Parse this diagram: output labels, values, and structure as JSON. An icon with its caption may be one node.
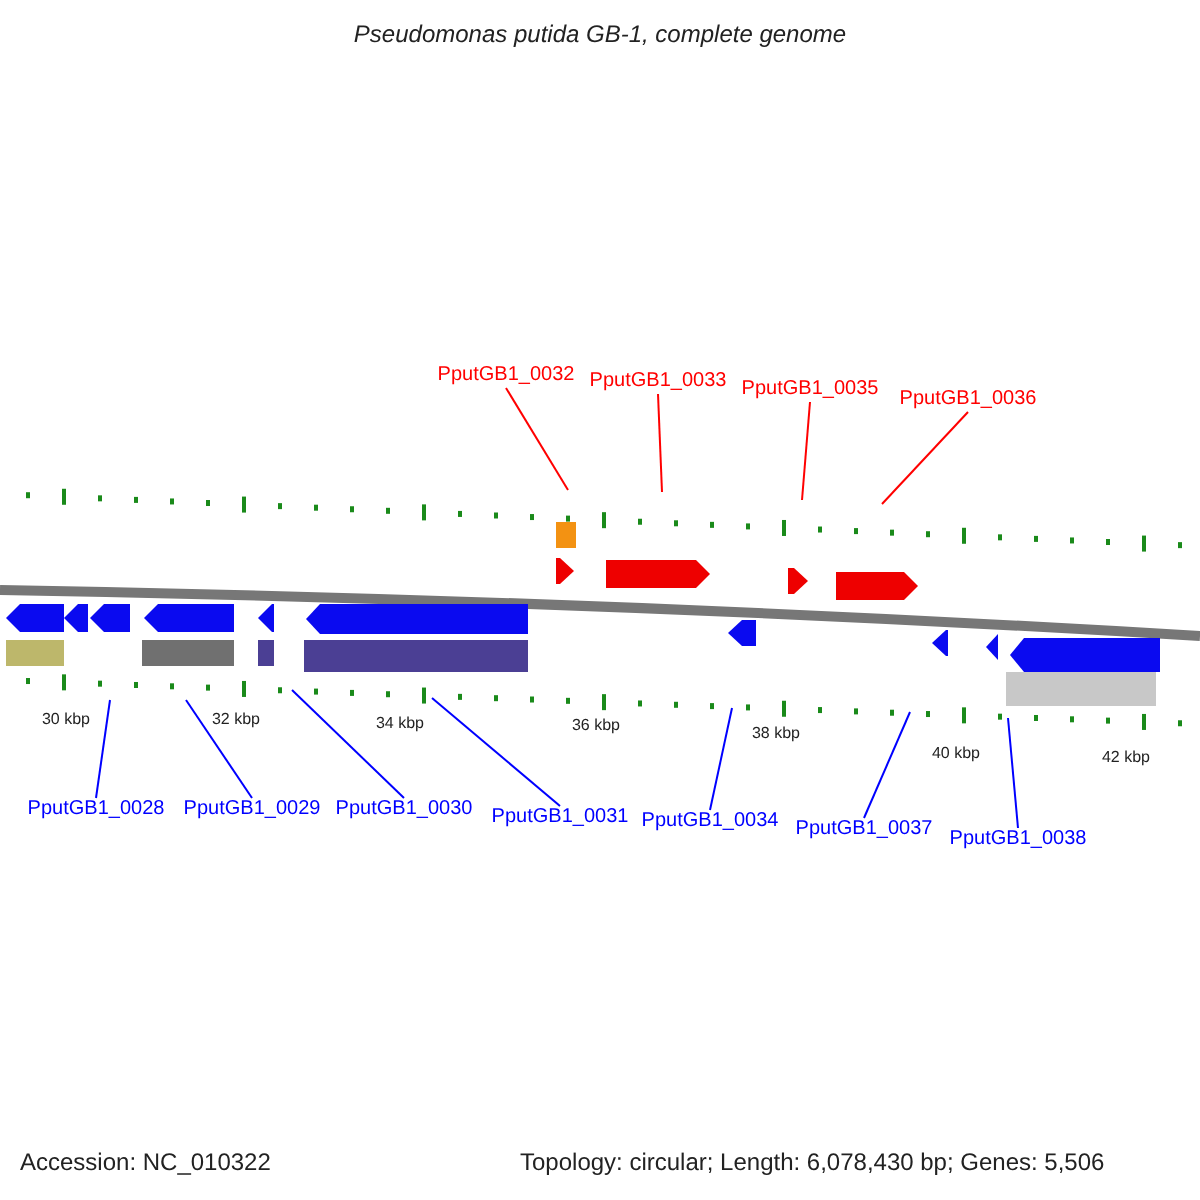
{
  "diagram": {
    "title": "Pseudomonas putida GB-1, complete genome",
    "nodes": [
      {
        "text": [
          "PputGB1_0032"
        ]
      },
      {
        "text": [
          "PputGB1_0033"
        ]
      },
      {
        "text": [
          "PputGB1_0035"
        ]
      },
      {
        "text": [
          "PputGB1_0036"
        ]
      },
      {
        "text": [
          "PputGB1_0028"
        ]
      },
      {
        "text": [
          "PputGB1_0029"
        ]
      },
      {
        "text": [
          "PputGB1_0030"
        ]
      },
      {
        "text": [
          "PputGB1_0031"
        ]
      },
      {
        "text": [
          "PputGB1_0034"
        ]
      },
      {
        "text": [
          "PputGB1_0037"
        ]
      },
      {
        "text": [
          "PputGB1_0038"
        ]
      }
    ],
    "edges": [
      {
        "from": 0,
        "to": null,
        "arrow": "none",
        "color": "#ff0000"
      },
      {
        "from": 1,
        "to": null,
        "arrow": "none",
        "color": "#ff0000"
      },
      {
        "from": 2,
        "to": null,
        "arrow": "none",
        "color": "#ff0000"
      },
      {
        "from": 3,
        "to": null,
        "arrow": "none",
        "color": "#ff0000"
      },
      {
        "from": 4,
        "to": null,
        "arrow": "none"
      },
      {
        "from": 5,
        "to": null,
        "arrow": "none"
      },
      {
        "from": 6,
        "to": null,
        "arrow": "none"
      },
      {
        "from": 7,
        "to": null,
        "arrow": "none"
      },
      {
        "from": 8,
        "to": null,
        "arrow": "none"
      },
      {
        "from": 9,
        "to": null,
        "arrow": "none"
      },
      {
        "from": 10,
        "to": null,
        "arrow": "none"
      }
    ],
    "labels": [
      "30 kbp",
      "32 kbp",
      "34 kbp",
      "36 kbp",
      "38 kbp",
      "40 kbp",
      "42 kbp",
      "Accession: NC_010322",
      "Topology: circular; Length: 6,078,430 bp; Genes: 5,506"
    ]
  }
}
